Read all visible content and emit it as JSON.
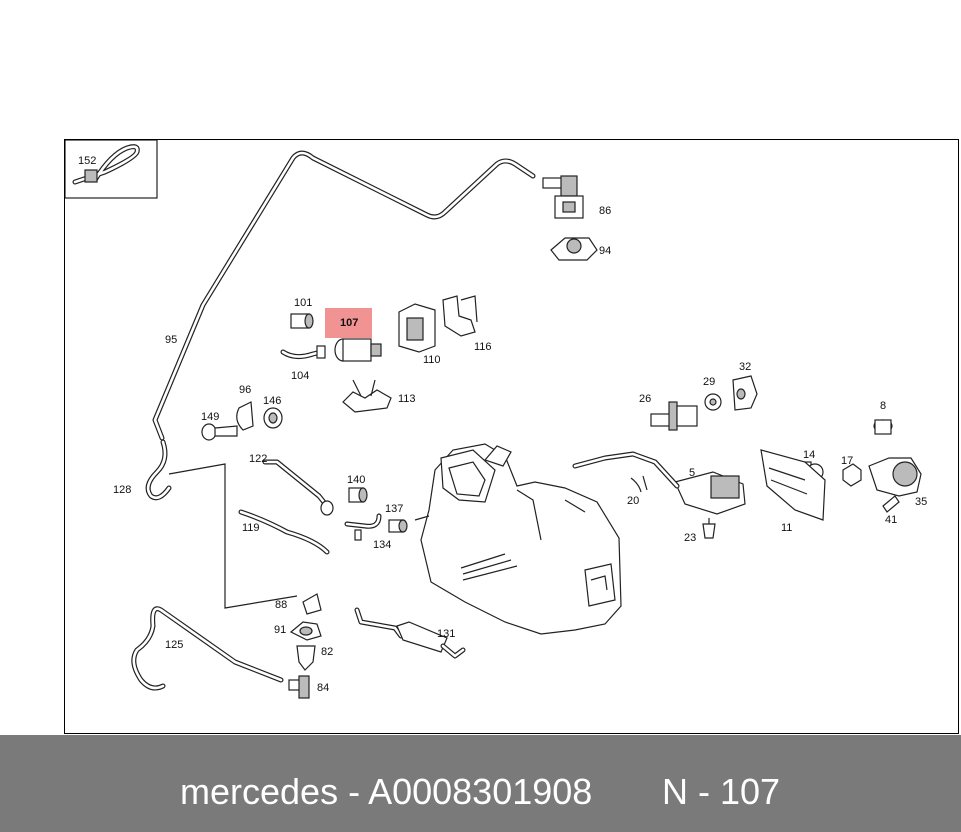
{
  "diagram": {
    "highlight_color": "#f08080",
    "highlighted_part": "107",
    "labels": {
      "p152": "152",
      "p86": "86",
      "p94": "94",
      "p95": "95",
      "p101": "101",
      "p107": "107",
      "p110": "110",
      "p116": "116",
      "p104": "104",
      "p113": "113",
      "p96": "96",
      "p146": "146",
      "p149": "149",
      "p128": "128",
      "p122": "122",
      "p140": "140",
      "p137": "137",
      "p119": "119",
      "p134": "134",
      "p26": "26",
      "p29": "29",
      "p32": "32",
      "p8": "8",
      "p14": "14",
      "p17": "17",
      "p5": "5",
      "p20": "20",
      "p23": "23",
      "p11": "11",
      "p35": "35",
      "p41": "41",
      "p88": "88",
      "p91": "91",
      "p82": "82",
      "p84": "84",
      "p125": "125",
      "p131": "131"
    }
  },
  "caption": {
    "left_text": "mercedes - A0008301908",
    "right_text": "N - 107",
    "bar_color": "#7a7a7a"
  }
}
